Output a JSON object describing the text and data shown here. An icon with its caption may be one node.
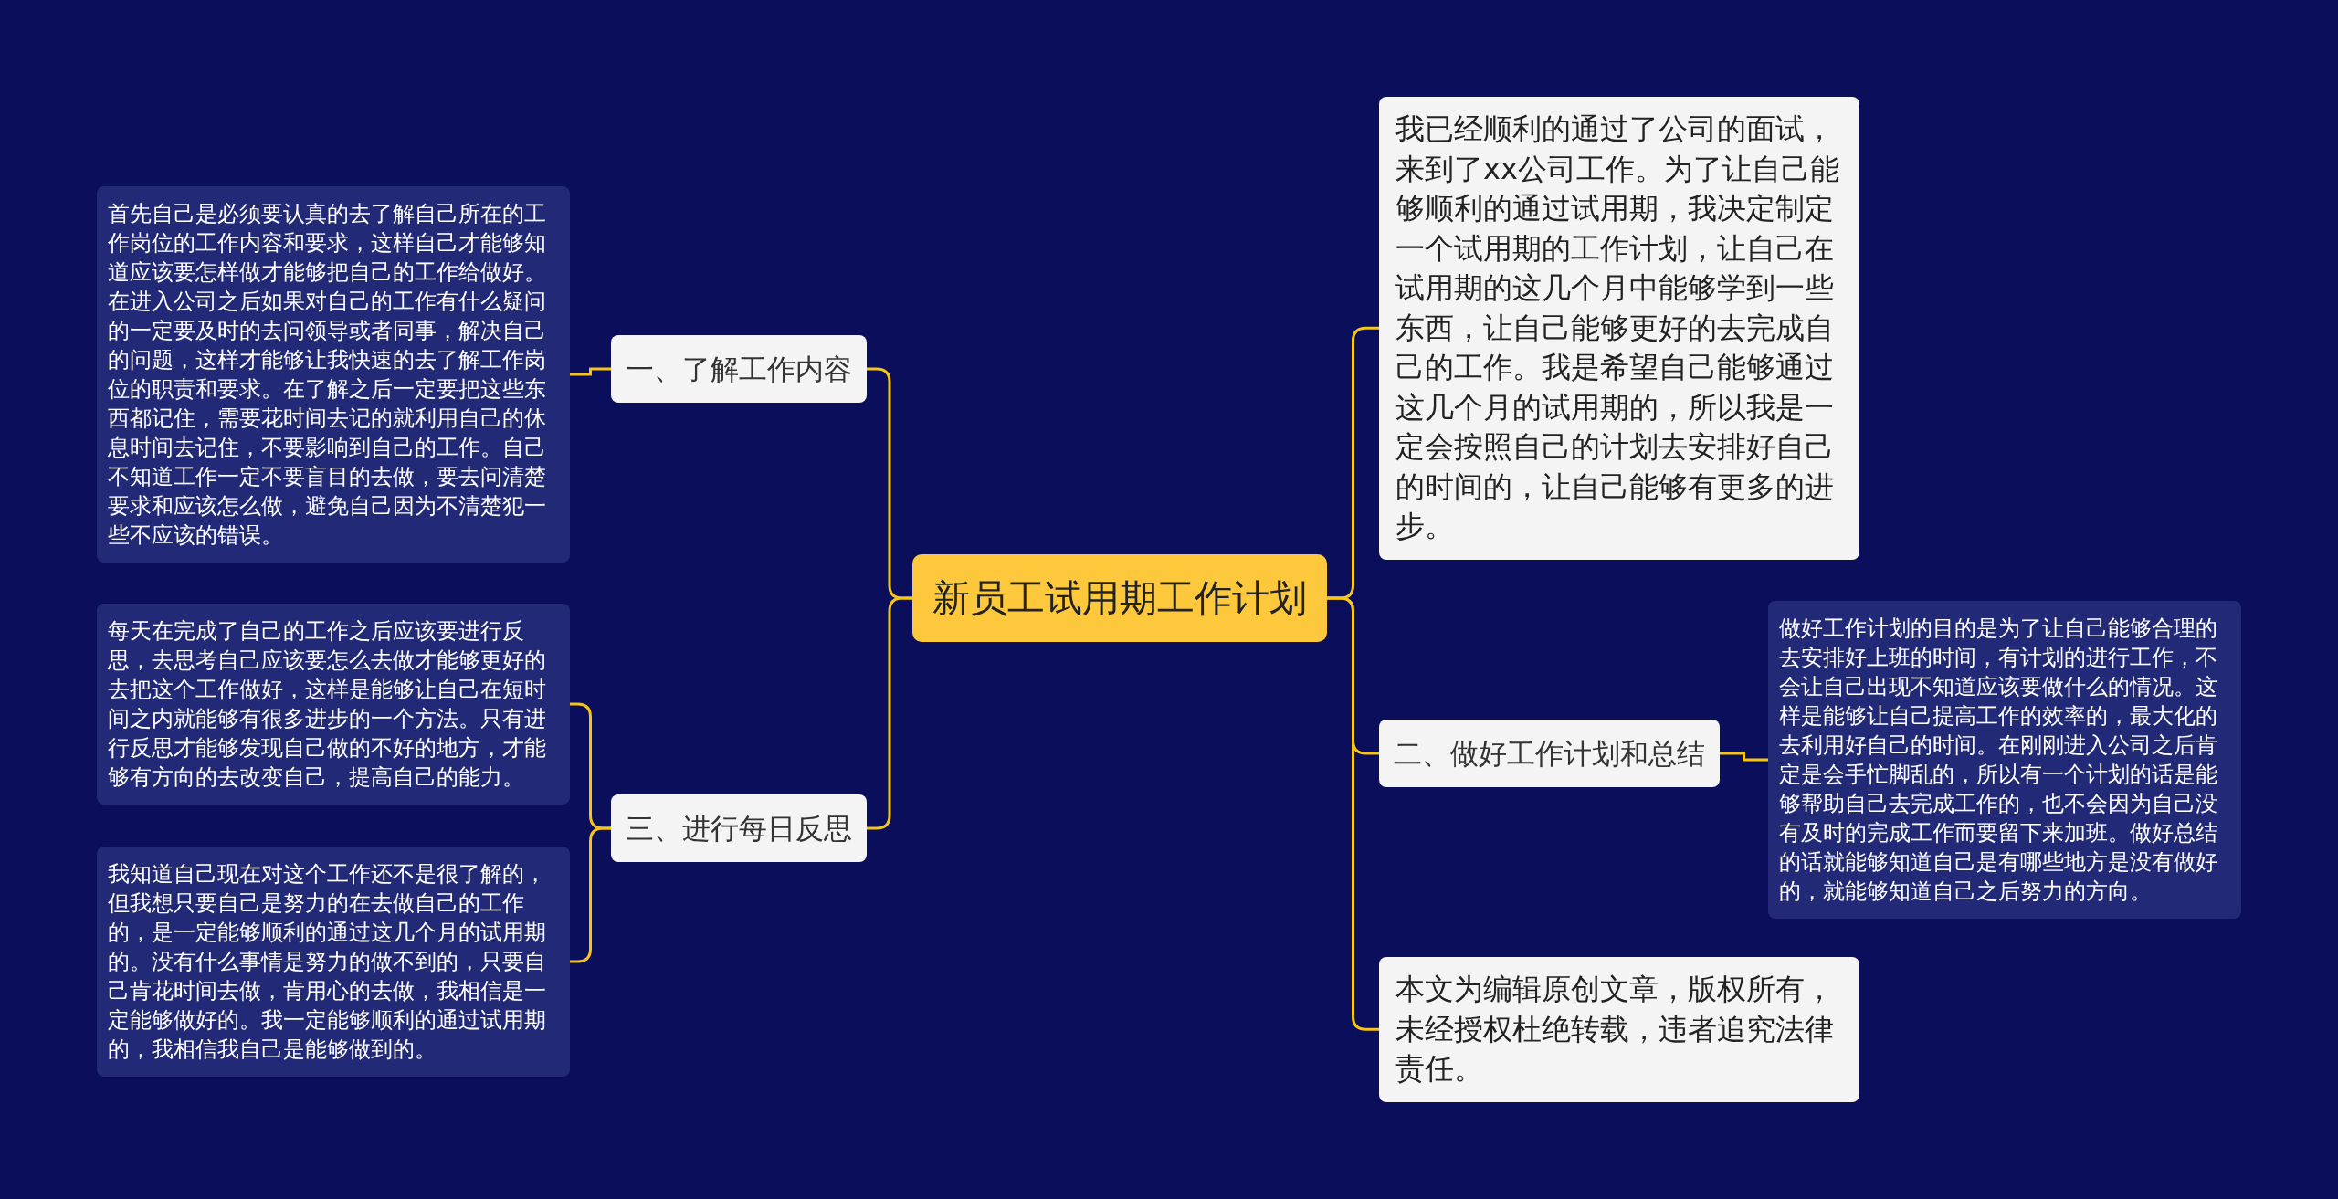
{
  "diagram": {
    "nodes": [
      {
        "text": [
          "新员工试用期工作计划"
        ]
      },
      {
        "text": [
          "一、了解工作内容"
        ]
      },
      {
        "text": [
          "首先自己是必须要认真的去了解自己所在的工作岗位的工作内容和要求，这样自己才能够知道应该要怎样做才能够把自己的工作给做好。在进入公司之后如果对自己的工作有什么疑问的一定要及时的去问领导或者同事，解决自己的问题，这样才能够让我快速的去了解工作岗位的职责和要求。在了解之后一定要把这些东西都记住，需要花时间去记的就利用自己的休息时间去记住，不要影响到自己的工作。自己不知道工作一定不要盲目的去做，要去问清楚要求和应该怎么做，避免自己因为不清楚犯一些不应该的错误。"
        ]
      },
      {
        "text": [
          "三、进行每日反思"
        ]
      },
      {
        "text": [
          "每天在完成了自己的工作之后应该要进行反思，去思考自己应该要怎么去做才能够更好的去把这个工作做好，这样是能够让自己在短时间之内就能够有很多进步的一个方法。只有进行反思才能够发现自己做的不好的地方，才能够有方向的去改变自己，提高自己的能力。"
        ]
      },
      {
        "text": [
          "我知道自己现在对这个工作还不是很了解的，但我想只要自己是努力的在去做自己的工作的，是一定能够顺利的通过这几个月的试用期的。没有什么事情是努力的做不到的，只要自己肯花时间去做，肯用心的去做，我相信是一定能够做好的。我一定能够顺利的通过试用期的，我相信我自己是能够做到的。"
        ]
      },
      {
        "text": [
          "我已经顺利的通过了公司的面试，来到了xx公司工作。为了让自己能够顺利的通过试用期，我决定制定一个试用期的工作计划，让自己在试用期的这几个月中能够学到一些东西，让自己能够更好的去完成自己的工作。我是希望自己能够通过这几个月的试用期的，所以我是一定会按照自己的计划去安排好自己的时间的，让自己能够有更多的进步。"
        ]
      },
      {
        "text": [
          "二、做好工作计划和总结"
        ]
      },
      {
        "text": [
          "做好工作计划的目的是为了让自己能够合理的去安排好上班的时间，有计划的进行工作，不会让自己出现不知道应该要做什么的情况。这样是能够让自己提高工作的效率的，最大化的去利用好自己的时间。在刚刚进入公司之后肯定是会手忙脚乱的，所以有一个计划的话是能够帮助自己去完成工作的，也不会因为自己没有及时的完成工作而要留下来加班。做好总结的话就能够知道自己是有哪些地方是没有做好的，就能够知道自己之后努力的方向。"
        ]
      },
      {
        "text": [
          "本文为编辑原创文章，版权所有，未经授权杜绝转载，违者追究法律责任。"
        ]
      }
    ],
    "edges": [
      {
        "from": 0,
        "to": 1,
        "arrow": "none"
      },
      {
        "from": 0,
        "to": 3,
        "arrow": "none"
      },
      {
        "from": 0,
        "to": 6,
        "arrow": "none"
      },
      {
        "from": 0,
        "to": 7,
        "arrow": "none"
      },
      {
        "from": 0,
        "to": 9,
        "arrow": "none"
      },
      {
        "from": 1,
        "to": 2,
        "arrow": "none"
      },
      {
        "from": 3,
        "to": 4,
        "arrow": "none"
      },
      {
        "from": 3,
        "to": 5,
        "arrow": "none"
      },
      {
        "from": 7,
        "to": 8,
        "arrow": "none"
      }
    ]
  }
}
